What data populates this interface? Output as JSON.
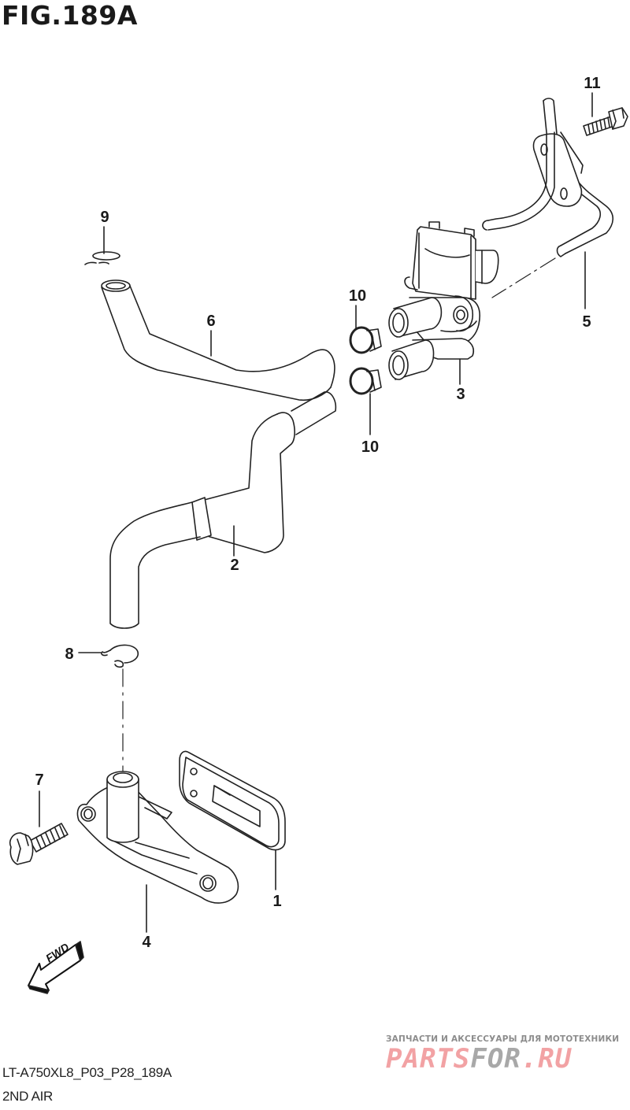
{
  "figure": {
    "title": "FIG.189A",
    "model_code": "LT-A750XL8_P03_P28_189A",
    "caption": "2ND AIR"
  },
  "parts": [
    {
      "ref": "1",
      "label": "1",
      "name": "gasket"
    },
    {
      "ref": "2",
      "label": "2",
      "name": "hose-lower"
    },
    {
      "ref": "3",
      "label": "3",
      "name": "valve-assembly"
    },
    {
      "ref": "4",
      "label": "4",
      "name": "pipe-bracket"
    },
    {
      "ref": "5",
      "label": "5",
      "name": "pipe"
    },
    {
      "ref": "6",
      "label": "6",
      "name": "hose-upper"
    },
    {
      "ref": "7",
      "label": "7",
      "name": "bolt-lower"
    },
    {
      "ref": "8",
      "label": "8",
      "name": "clamp-lower"
    },
    {
      "ref": "9",
      "label": "9",
      "name": "clamp-upper"
    },
    {
      "ref": "10a",
      "label": "10",
      "name": "clip-upper"
    },
    {
      "ref": "10b",
      "label": "10",
      "name": "clip-lower"
    },
    {
      "ref": "11",
      "label": "11",
      "name": "bolt-upper"
    }
  ],
  "direction_marker": {
    "label": "FWD",
    "icon": "fwd-arrow-icon"
  },
  "watermark": {
    "subtitle": "ЗАПЧАСТИ И АКСЕССУАРЫ ДЛЯ МОТОТЕХНИКИ",
    "logo_part1": "PARTS",
    "logo_part2": "FOR",
    "logo_part3": ".RU",
    "colors": {
      "pink": "#f2a2a4",
      "gray": "#a8a8a8"
    }
  }
}
